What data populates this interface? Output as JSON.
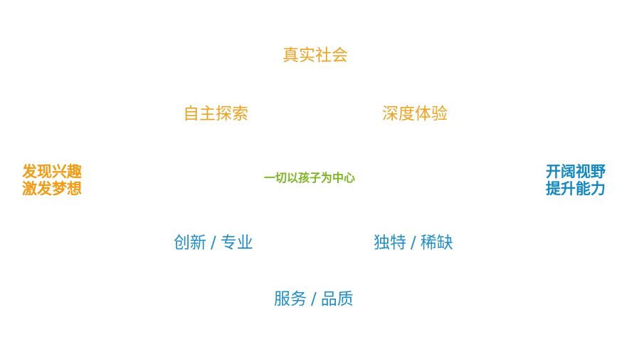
{
  "top": {
    "label": "真实社会"
  },
  "upper_left": {
    "label": "自主探索"
  },
  "upper_right": {
    "label": "深度体验"
  },
  "left_block": {
    "line1": "发现兴趣",
    "line2": "激发梦想"
  },
  "center": {
    "label": "一切以孩子为中心"
  },
  "right_block": {
    "line1": "开阔视野",
    "line2": "提升能力"
  },
  "lower_left": {
    "part1": "创新",
    "separator": "/",
    "part2": "专业"
  },
  "lower_right": {
    "part1": "独特",
    "separator": "/",
    "part2": "稀缺"
  },
  "bottom": {
    "part1": "服务",
    "separator": "/",
    "part2": "品质"
  },
  "colors": {
    "orange": "#f0a11e",
    "blue": "#1f8ec9",
    "green": "#7dbb2a"
  }
}
